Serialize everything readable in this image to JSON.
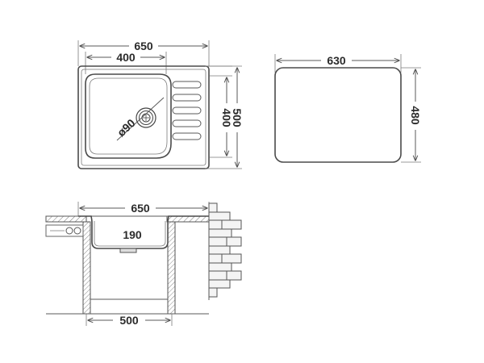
{
  "top_view": {
    "overall_width": "650",
    "bowl_width": "400",
    "bowl_depth": "400",
    "overall_depth": "500",
    "drain_diameter": "ø90"
  },
  "cutout_view": {
    "width": "630",
    "depth": "480"
  },
  "section_view": {
    "overall_width": "650",
    "bowl_height": "190",
    "cabinet_width": "500"
  }
}
